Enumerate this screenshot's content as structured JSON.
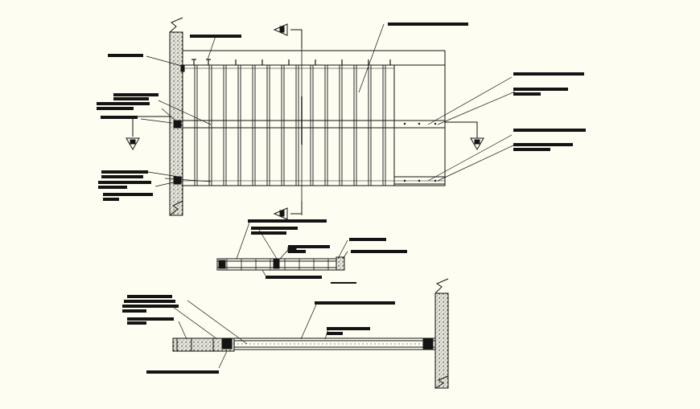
{
  "colors": {
    "background": "#fdfdf1",
    "line": "#141414",
    "hatch": "#3a3a3a",
    "fill_concrete": "#d9d9d0"
  },
  "icons": [
    "section-marker-icon",
    "concrete-hatch-icon",
    "arrow-head-icon"
  ],
  "drawing": {
    "plan_view": "plan",
    "section_a": "section",
    "section_b": "section"
  }
}
